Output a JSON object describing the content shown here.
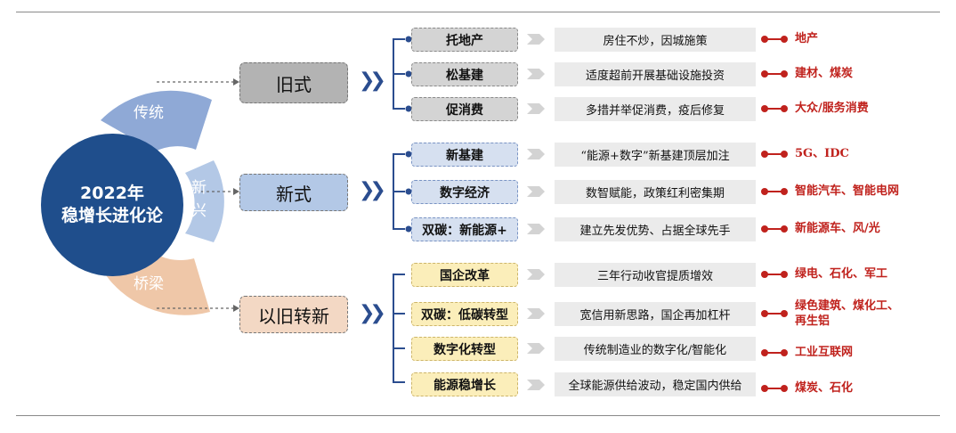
{
  "center": {
    "line1": "2022年",
    "line2": "稳增长进化论"
  },
  "arcs": [
    {
      "label": "传统",
      "color": "#8fa9d6"
    },
    {
      "label_a": "新",
      "label_b": "兴",
      "color": "#b3c8e6"
    },
    {
      "label": "桥梁",
      "color": "#efc7a8"
    }
  ],
  "groups": [
    {
      "era": "旧式",
      "rows": [
        {
          "item": "托地产",
          "desc": "房住不炒，因城施策",
          "target": "地产"
        },
        {
          "item": "松基建",
          "desc": "适度超前开展基础设施投资",
          "target": "建材、煤炭"
        },
        {
          "item": "促消费",
          "desc": "多措并举促消费，疫后修复",
          "target": "大众/服务消费"
        }
      ]
    },
    {
      "era": "新式",
      "rows": [
        {
          "item": "新基建",
          "desc": "“能源+数字”新基建顶层加注",
          "target": "5G、IDC"
        },
        {
          "item": "数字经济",
          "desc": "数智赋能，政策红利密集期",
          "target": "智能汽车、智能电网"
        },
        {
          "item": "双碳：新能源+",
          "desc": "建立先发优势、占据全球先手",
          "target": "新能源车、风/光"
        }
      ]
    },
    {
      "era": "以旧转新",
      "rows": [
        {
          "item": "国企改革",
          "desc": "三年行动收官提质增效",
          "target": "绿电、石化、军工"
        },
        {
          "item": "双碳：低碳转型",
          "desc": "宽信用新思路，国企再加杠杆",
          "target_l1": "绿色建筑、煤化工、",
          "target_l2": "再生铝"
        },
        {
          "item": "数字化转型",
          "desc": "传统制造业的数字化/智能化",
          "target": "工业互联网"
        },
        {
          "item": "能源稳增长",
          "desc": "全球能源供给波动，稳定国内供给",
          "target": "煤炭、石化"
        }
      ]
    }
  ],
  "chevron": "❯❯",
  "colors": {
    "navy": "#1f4e8c",
    "red": "#c0221d",
    "old": "#b3b3b3",
    "new": "#b3c8e6",
    "mix": "#f3d8c4"
  }
}
